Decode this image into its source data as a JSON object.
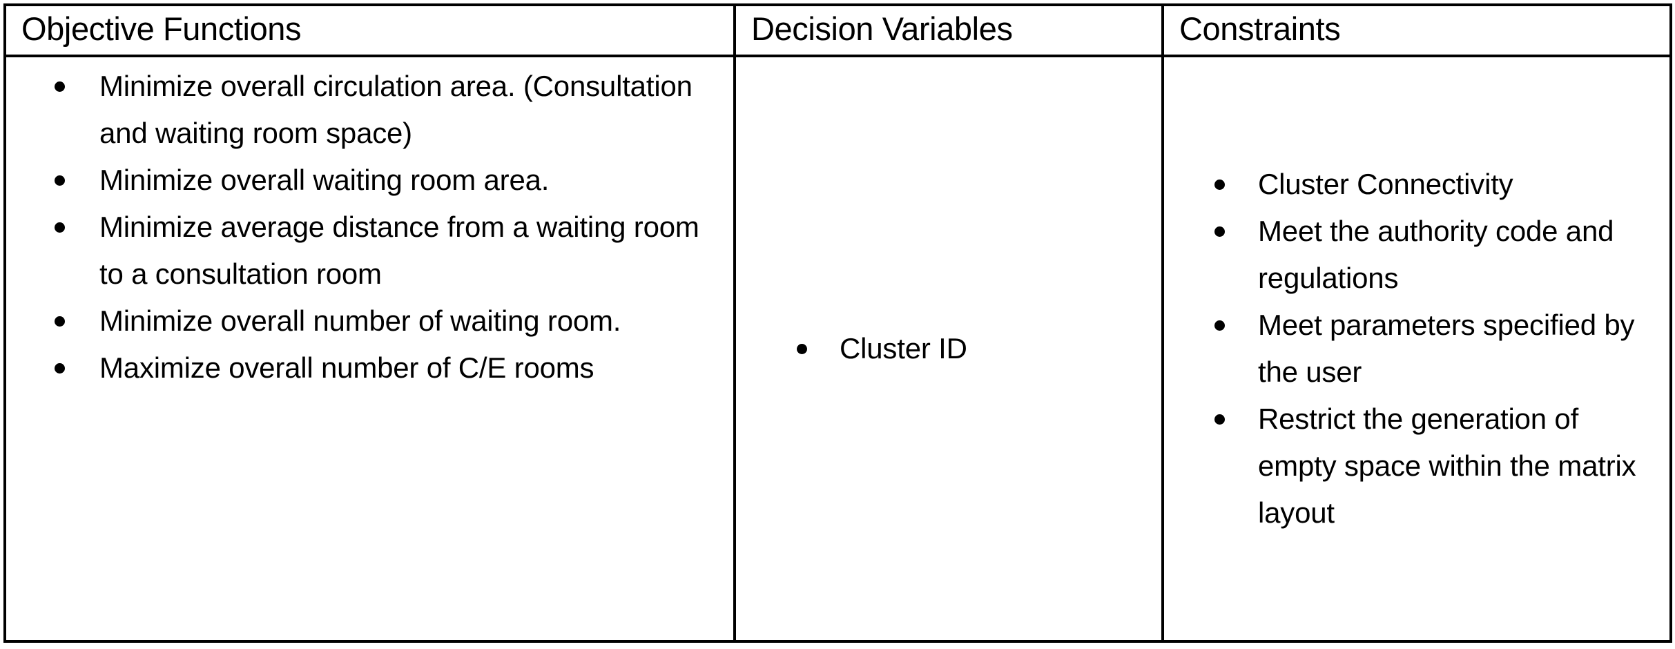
{
  "table": {
    "columns": [
      {
        "id": "objective-functions",
        "header": "Objective Functions"
      },
      {
        "id": "decision-variables",
        "header": "Decision Variables"
      },
      {
        "id": "constraints",
        "header": "Constraints"
      }
    ],
    "objective_functions": {
      "header": "Objective Functions",
      "bullets": [
        "Minimize overall circulation area. (Consultation and waiting room space)",
        "Minimize overall waiting room area.",
        "Minimize average distance from a waiting room to a consultation room",
        "Minimize overall number of waiting room.",
        "Maximize overall number of C/E rooms"
      ]
    },
    "decision_variables": {
      "header": "Decision Variables",
      "bullets": [
        "Cluster ID"
      ]
    },
    "constraints": {
      "header": "Constraints",
      "bullets": [
        "Cluster Connectivity",
        "Meet the authority code and regulations",
        "Meet parameters specified by the user",
        "Restrict the generation of empty space within the matrix layout"
      ]
    }
  },
  "style": {
    "border_color": "#000000",
    "text_color": "#000000",
    "background_color": "#ffffff"
  }
}
